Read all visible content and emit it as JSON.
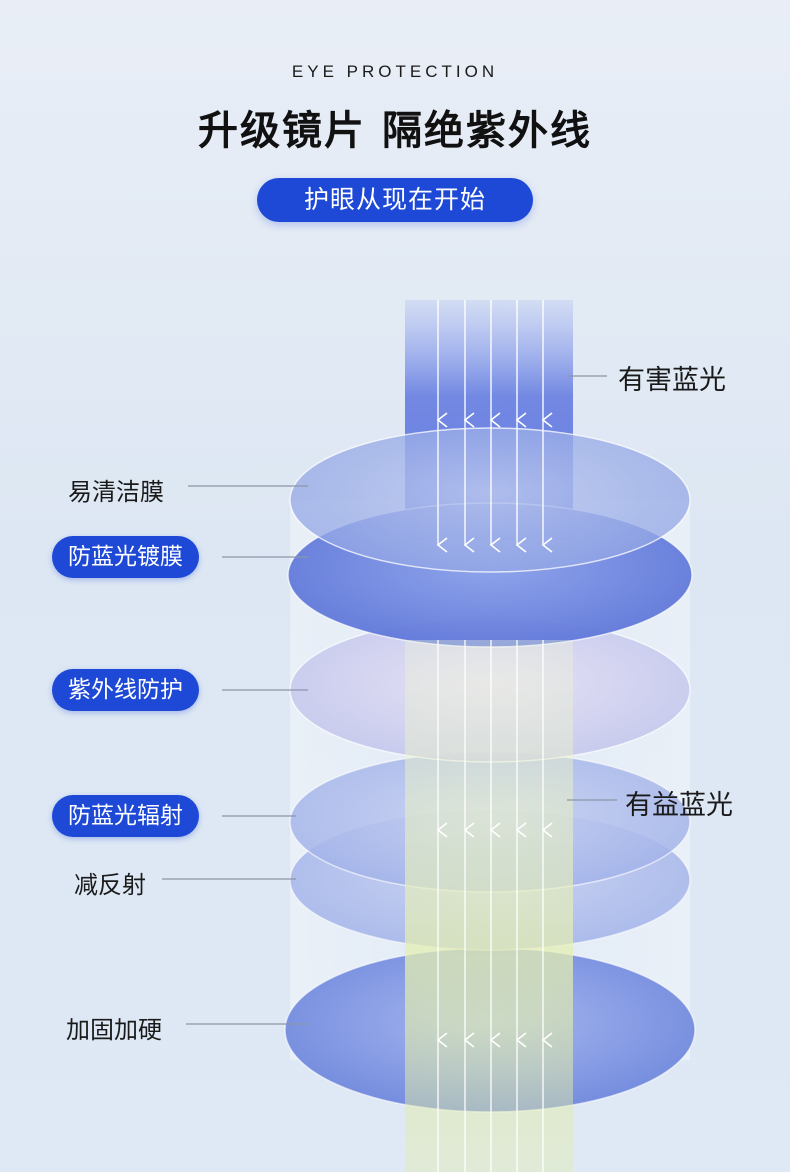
{
  "header": {
    "eyebrow": "EYE PROTECTION",
    "title": "升级镜片 隔绝紫外线",
    "pill": "护眼从现在开始"
  },
  "right_labels": {
    "harmful_blue_light": "有害蓝光",
    "beneficial_blue_light": "有益蓝光"
  },
  "left_labels": {
    "easy_clean_film": "易清洁膜",
    "anti_blue_coating": "防蓝光镀膜",
    "uv_protection": "紫外线防护",
    "anti_blue_radiation": "防蓝光辐射",
    "anti_reflection": "减反射",
    "hardening": "加固加硬"
  },
  "colors": {
    "accent_blue": "#1e49d6",
    "harmful_beam": "#5a73e0",
    "beneficial_beam": "#e6f0b4"
  }
}
